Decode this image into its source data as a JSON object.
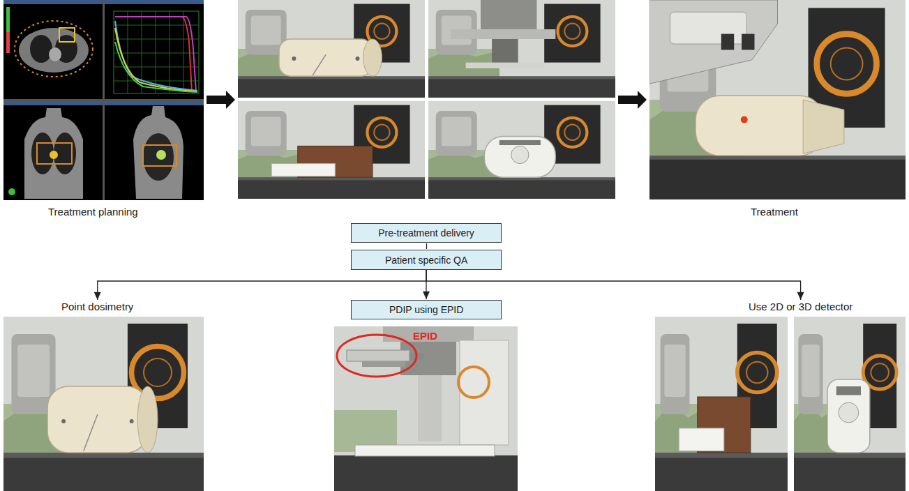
{
  "diagram": {
    "nodes": [
      {
        "text": [
          "Treatment planning"
        ]
      },
      {
        "text": [
          "Pre-treatment delivery"
        ]
      },
      {
        "text": [
          "Patient specific QA"
        ]
      },
      {
        "text": [
          "Treatment"
        ]
      },
      {
        "text": [
          "Point dosimetry"
        ]
      },
      {
        "text": [
          "PDIP using EPID"
        ]
      },
      {
        "text": [
          "Use 2D or 3D detector"
        ]
      }
    ],
    "edges": [
      {
        "from": 0,
        "to": 1,
        "arrow": "to"
      },
      {
        "from": 1,
        "to": 3,
        "arrow": "to"
      },
      {
        "from": 1,
        "to": 2,
        "arrow": "none"
      },
      {
        "from": 2,
        "to": 4,
        "arrow": "to"
      },
      {
        "from": 2,
        "to": 5,
        "arrow": "to"
      },
      {
        "from": 2,
        "to": 6,
        "arrow": "to"
      }
    ],
    "labels": [
      "EPID"
    ]
  }
}
